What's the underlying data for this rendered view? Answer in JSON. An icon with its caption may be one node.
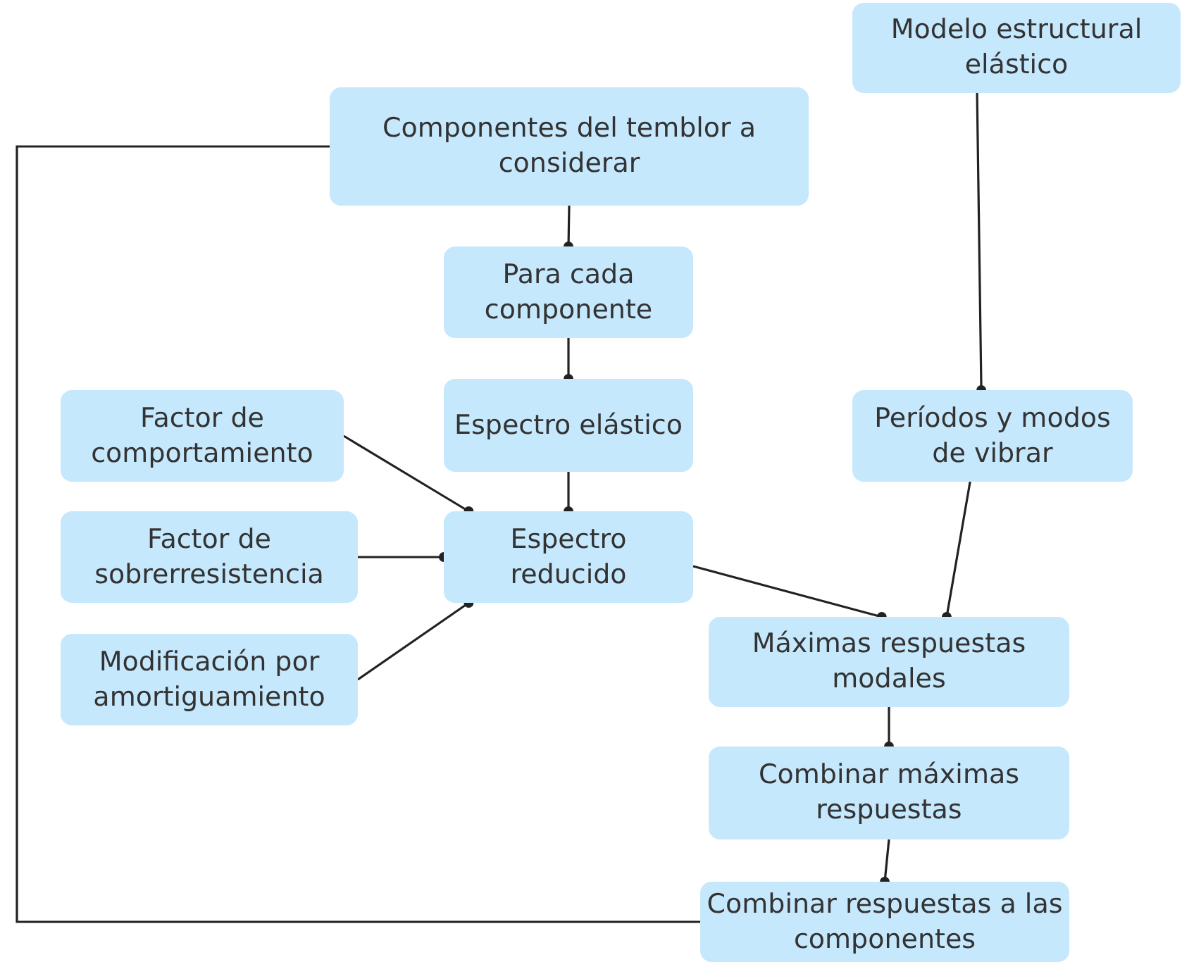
{
  "diagram": {
    "nodes": [
      {
        "text": [
          "Modelo estructural elástico"
        ]
      },
      {
        "text": [
          "Componentes del temblor a considerar"
        ]
      },
      {
        "text": [
          "Para cada componente"
        ]
      },
      {
        "text": [
          "Factor de comportamiento"
        ]
      },
      {
        "text": [
          "Espectro elástico"
        ]
      },
      {
        "text": [
          "Períodos y modos de vibrar"
        ]
      },
      {
        "text": [
          "Factor de sobrerresistencia"
        ]
      },
      {
        "text": [
          "Espectro reducido"
        ]
      },
      {
        "text": [
          "Modificación por amortiguamiento"
        ]
      },
      {
        "text": [
          "Máximas respuestas modales"
        ]
      },
      {
        "text": [
          "Combinar máximas respuestas"
        ]
      },
      {
        "text": [
          "Combinar respuestas a las componentes"
        ]
      }
    ],
    "edges": [
      {
        "from": 1,
        "to": 2,
        "arrow": "other"
      },
      {
        "from": 2,
        "to": 4,
        "arrow": "other"
      },
      {
        "from": 4,
        "to": 7,
        "arrow": "other"
      },
      {
        "from": 3,
        "to": 7,
        "arrow": "other"
      },
      {
        "from": 6,
        "to": 7,
        "arrow": "other"
      },
      {
        "from": 8,
        "to": 7,
        "arrow": "other"
      },
      {
        "from": 7,
        "to": 9,
        "arrow": "other"
      },
      {
        "from": 0,
        "to": 5,
        "arrow": "other"
      },
      {
        "from": 5,
        "to": 9,
        "arrow": "other"
      },
      {
        "from": 9,
        "to": 10,
        "arrow": "other"
      },
      {
        "from": 10,
        "to": 11,
        "arrow": "other"
      },
      {
        "from": 1,
        "to": 11,
        "arrow": "none"
      }
    ]
  }
}
